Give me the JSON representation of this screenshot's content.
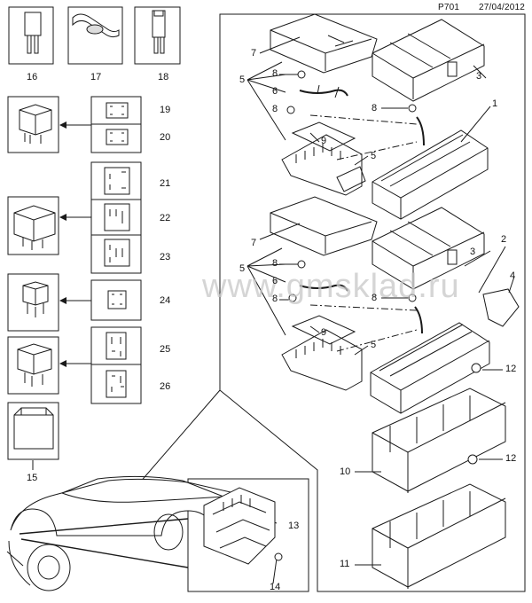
{
  "header": {
    "code": "P701",
    "date": "27/04/2012"
  },
  "watermark": "www.gmsklad.ru",
  "callouts": {
    "n1": "1",
    "n2": "2",
    "n3": "3",
    "n3b": "3",
    "n4": "4",
    "n5a": "5",
    "n5b": "5",
    "n5c": "5",
    "n5d": "5",
    "n6a": "6",
    "n6b": "6",
    "n7a": "7",
    "n7b": "7",
    "n8a": "8",
    "n8b": "8",
    "n8c": "8",
    "n8d": "8",
    "n8e": "8",
    "n8f": "8",
    "n9a": "9",
    "n9b": "9",
    "n10": "10",
    "n11": "11",
    "n12a": "12",
    "n12b": "12",
    "n13": "13",
    "n14": "14",
    "n15": "15",
    "n16": "16",
    "n17": "17",
    "n18": "18",
    "n19": "19",
    "n20": "20",
    "n21": "21",
    "n22": "22",
    "n23": "23",
    "n24": "24",
    "n25": "25",
    "n26": "26"
  },
  "colors": {
    "line": "#1a1a1a",
    "shade": "#bdbdbd",
    "watermark": "#c8c8c8"
  }
}
